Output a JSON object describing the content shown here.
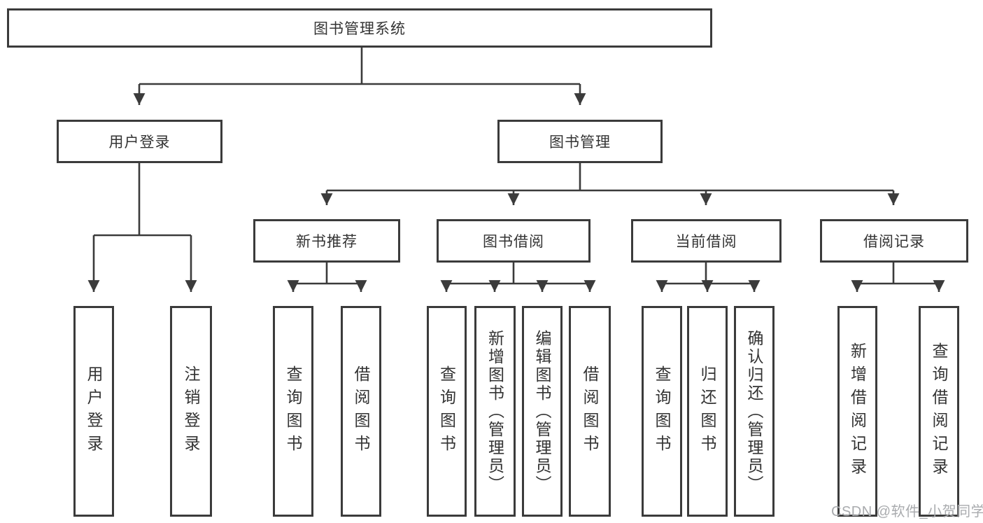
{
  "tree": {
    "label": "图书管理系统",
    "children": [
      {
        "label": "用户登录",
        "children": [
          {
            "label": "用户登录"
          },
          {
            "label": "注销登录"
          }
        ]
      },
      {
        "label": "图书管理",
        "children": [
          {
            "label": "新书推荐",
            "children": [
              {
                "label": "查询图书"
              },
              {
                "label": "借阅图书"
              }
            ]
          },
          {
            "label": "图书借阅",
            "children": [
              {
                "label": "查询图书"
              },
              {
                "label": "新增图书（管理员）"
              },
              {
                "label": "编辑图书（管理员）"
              },
              {
                "label": "借阅图书"
              }
            ]
          },
          {
            "label": "当前借阅",
            "children": [
              {
                "label": "查询图书"
              },
              {
                "label": "归还图书"
              },
              {
                "label": "确认归还（管理员）"
              }
            ]
          },
          {
            "label": "借阅记录",
            "children": [
              {
                "label": "新增借阅记录"
              },
              {
                "label": "查询借阅记录"
              }
            ]
          }
        ]
      }
    ]
  },
  "watermark": "CSDN @软件_小贺同学",
  "colors": {
    "line": "#3b3b3b",
    "border": "#3b3b3b",
    "text": "#333333",
    "watermark": "#a9abae",
    "background": "#ffffff"
  }
}
